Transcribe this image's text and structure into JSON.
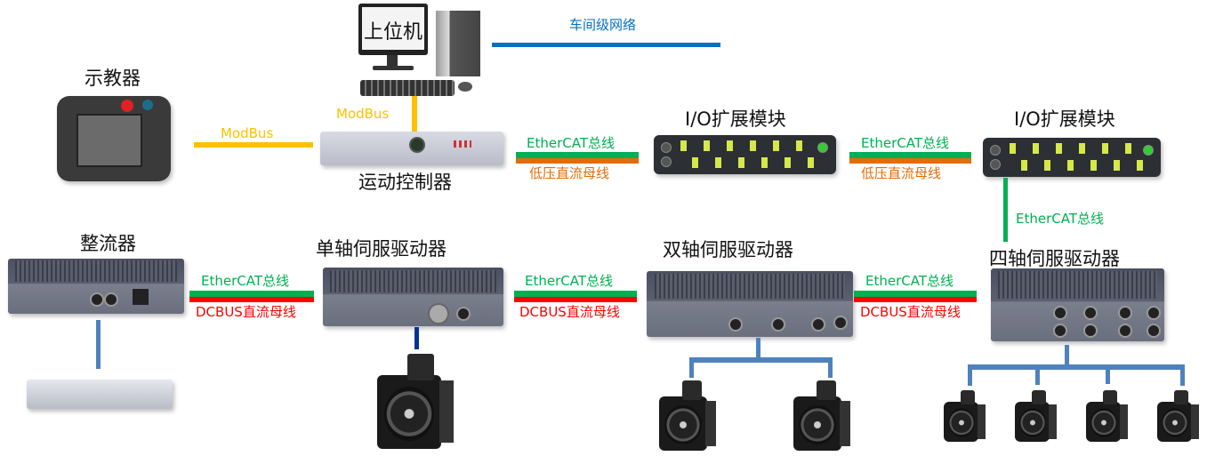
{
  "nodes": {
    "host_pc": "上位机",
    "teach_pendant": "示教器",
    "motion_controller": "运动控制器",
    "io_module_1": "I/O扩展模块",
    "io_module_2": "I/O扩展模块",
    "rectifier": "整流器",
    "single_axis_drive": "单轴伺服驱动器",
    "dual_axis_drive": "双轴伺服驱动器",
    "quad_axis_drive": "四轴伺服驱动器"
  },
  "links": {
    "workshop_network": "车间级网络",
    "modbus_pendant": "ModBus",
    "modbus_pc": "ModBus",
    "ctrl_io1_top": "EtherCAT总线",
    "ctrl_io1_bottom": "低压直流母线",
    "io1_io2_top": "EtherCAT总线",
    "io1_io2_bottom": "低压直流母线",
    "io2_quad": "EtherCAT总线",
    "rect_single_top": "EtherCAT总线",
    "rect_single_bottom": "DCBUS直流母线",
    "single_dual_top": "EtherCAT总线",
    "single_dual_bottom": "DCBUS直流母线",
    "dual_quad_top": "EtherCAT总线",
    "dual_quad_bottom": "DCBUS直流母线"
  },
  "colors": {
    "workshop_network": "#0070c0",
    "modbus": "#ffc000",
    "ethercat": "#00b050",
    "low_voltage_dc": "#e36c09",
    "dcbus": "#ff0000",
    "motor_link": "#4f81bd",
    "single_motor_link": "#003399"
  }
}
